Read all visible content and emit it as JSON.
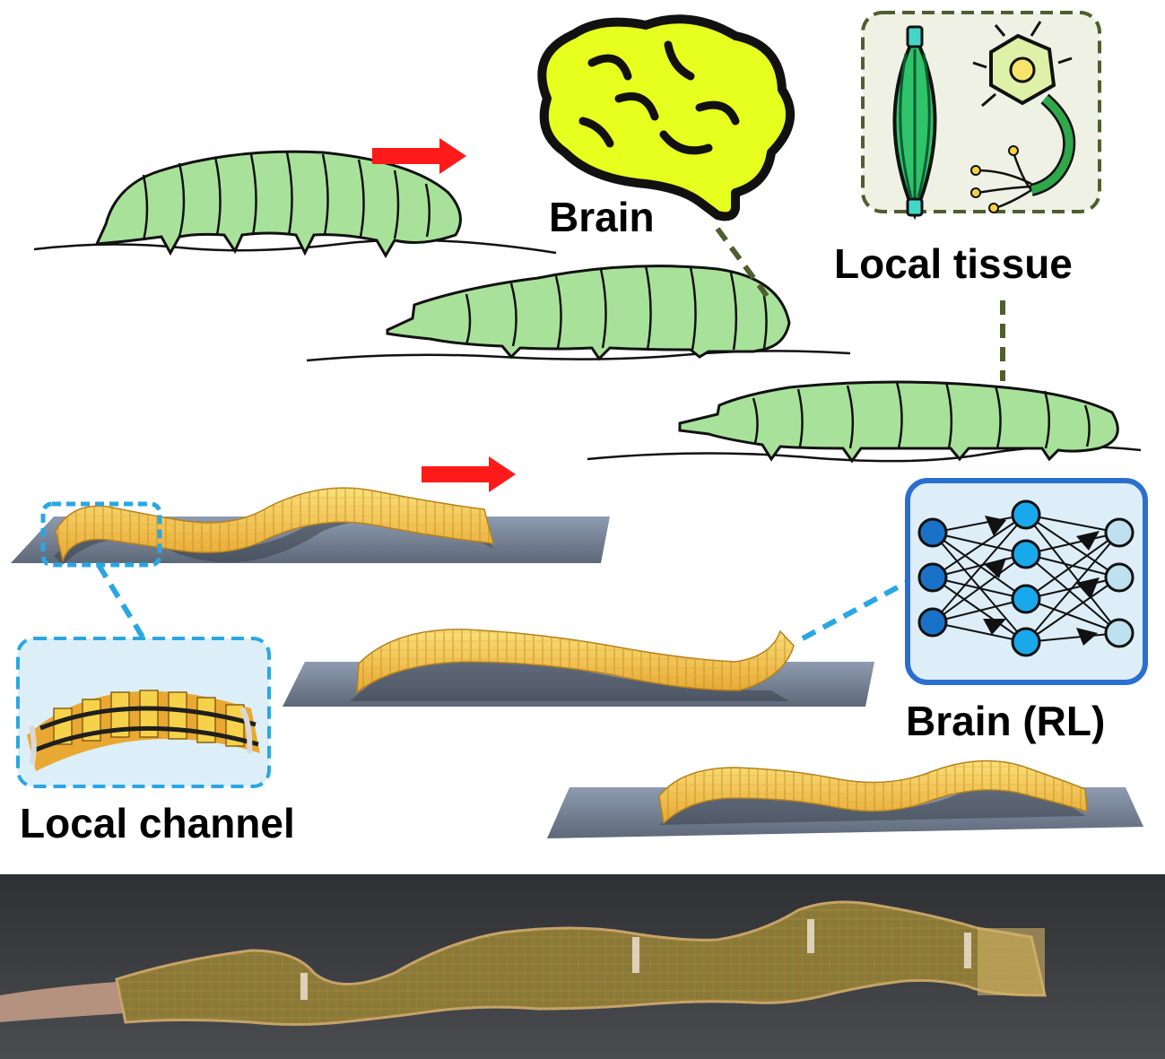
{
  "labels": {
    "brain": "Brain",
    "local_tissue": "Local tissue",
    "brain_rl": "Brain (RL)",
    "local_channel": "Local channel"
  },
  "colors": {
    "larva_fill": "#a8e29a",
    "larva_stroke": "#111111",
    "arrow": "#ff1a1a",
    "brain_fill": "#e6ff1f",
    "tissue_box_border": "#4f5e2f",
    "tissue_box_fill": "#eef1e4",
    "nn_box_border": "#2a6fd0",
    "nn_box_fill": "#ddeef8",
    "channel_box_border": "#2aa7e2",
    "channel_box_fill": "#dceff8",
    "strip_fill": "#f3c24a",
    "substrate": "#7d8a9c",
    "photo_bg": "#3c3e42"
  },
  "icons": [
    "brain-icon",
    "muscle-icon",
    "neuron-icon",
    "neural-network-icon",
    "arrow-right-icon"
  ]
}
